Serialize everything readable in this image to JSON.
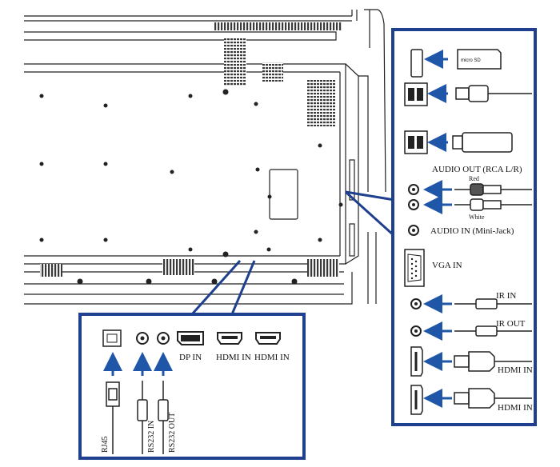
{
  "colors": {
    "frame_blue": "#1f3f8f",
    "arrow_blue": "#1f56a8",
    "line": "#222222",
    "vent": "#3a3a3a"
  },
  "right_panel": {
    "microsd_label": "micro SD",
    "audio_out_label": "AUDIO OUT (RCA L/R)",
    "red_label": "Red",
    "white_label": "White",
    "audio_in_label": "AUDIO IN (Mini-Jack)",
    "vga_label": "VGA IN",
    "ir_in_label": "IR IN",
    "ir_out_label": "IR OUT",
    "hdmi_in_label_1": "HDMI IN",
    "hdmi_in_label_2": "HDMI IN"
  },
  "bottom_panel": {
    "dp_in_label": "DP IN",
    "hdmi_in_label_1": "HDMI IN",
    "hdmi_in_label_2": "HDMI IN",
    "rj45_label": "RJ45",
    "rs232_in_label": "RS232 IN",
    "rs232_out_label": "RS232 OUT"
  },
  "icons": [
    "microsd-card-icon",
    "usb-cable-icon",
    "usb-stick-icon",
    "rca-plug-icon",
    "vga-port-icon",
    "minijack-icon",
    "hdmi-plug-icon",
    "rj45-plug-icon",
    "arrow-icon"
  ]
}
